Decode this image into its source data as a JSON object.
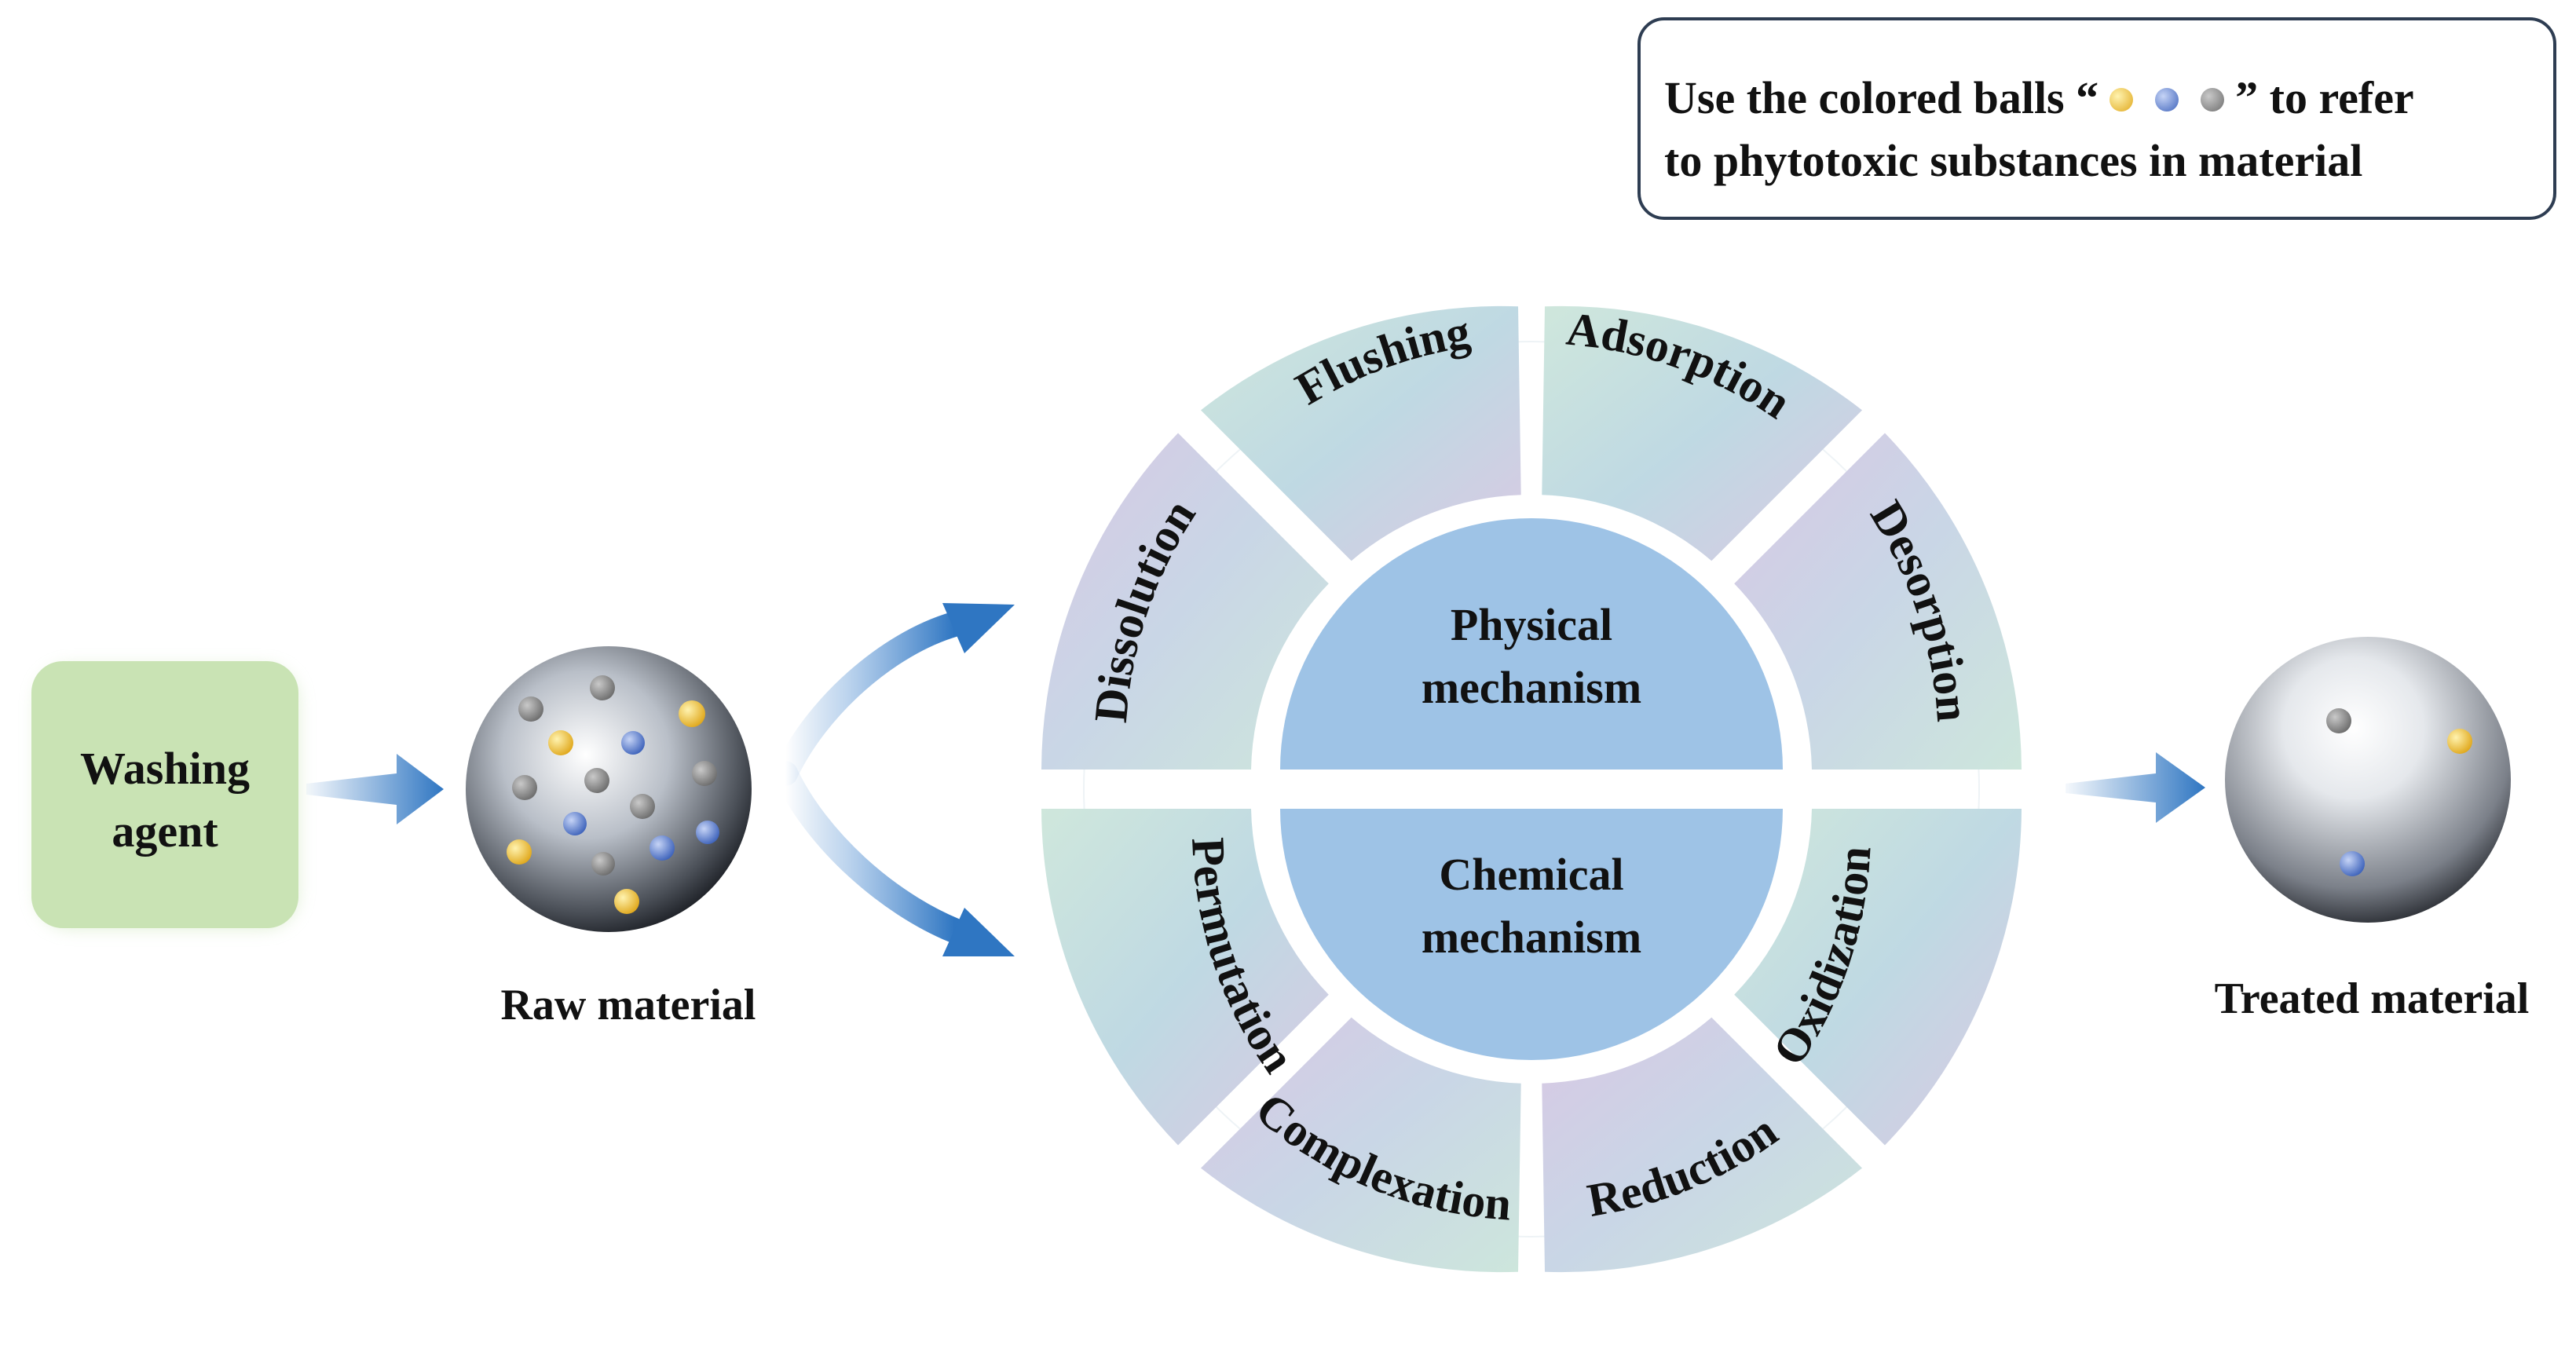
{
  "washing_agent": {
    "line1": "Washing",
    "line2": "agent"
  },
  "raw_material": {
    "label": "Raw material"
  },
  "treated_material": {
    "label": "Treated material"
  },
  "legend": {
    "line1_before": "Use the colored balls “",
    "line1_after": "” to refer",
    "line2": "to phytotoxic substances in material"
  },
  "center": {
    "physical": {
      "line1": "Physical",
      "line2": "mechanism"
    },
    "chemical": {
      "line1": "Chemical",
      "line2": "mechanism"
    }
  },
  "physical_segments": [
    "Dissolution",
    "Flushing",
    "Adsorption",
    "Desorption"
  ],
  "chemical_segments": [
    "Permutation",
    "Complexation",
    "Reduction",
    "Oxidization"
  ],
  "colors": {
    "ball_yellow": "#f2c230",
    "ball_blue": "#5b7fd1",
    "ball_gray": "#8f8f8f",
    "center_fill": "#9ec3e6",
    "washing_box": "#c9e3b4",
    "arrow": "#2f76c2"
  }
}
